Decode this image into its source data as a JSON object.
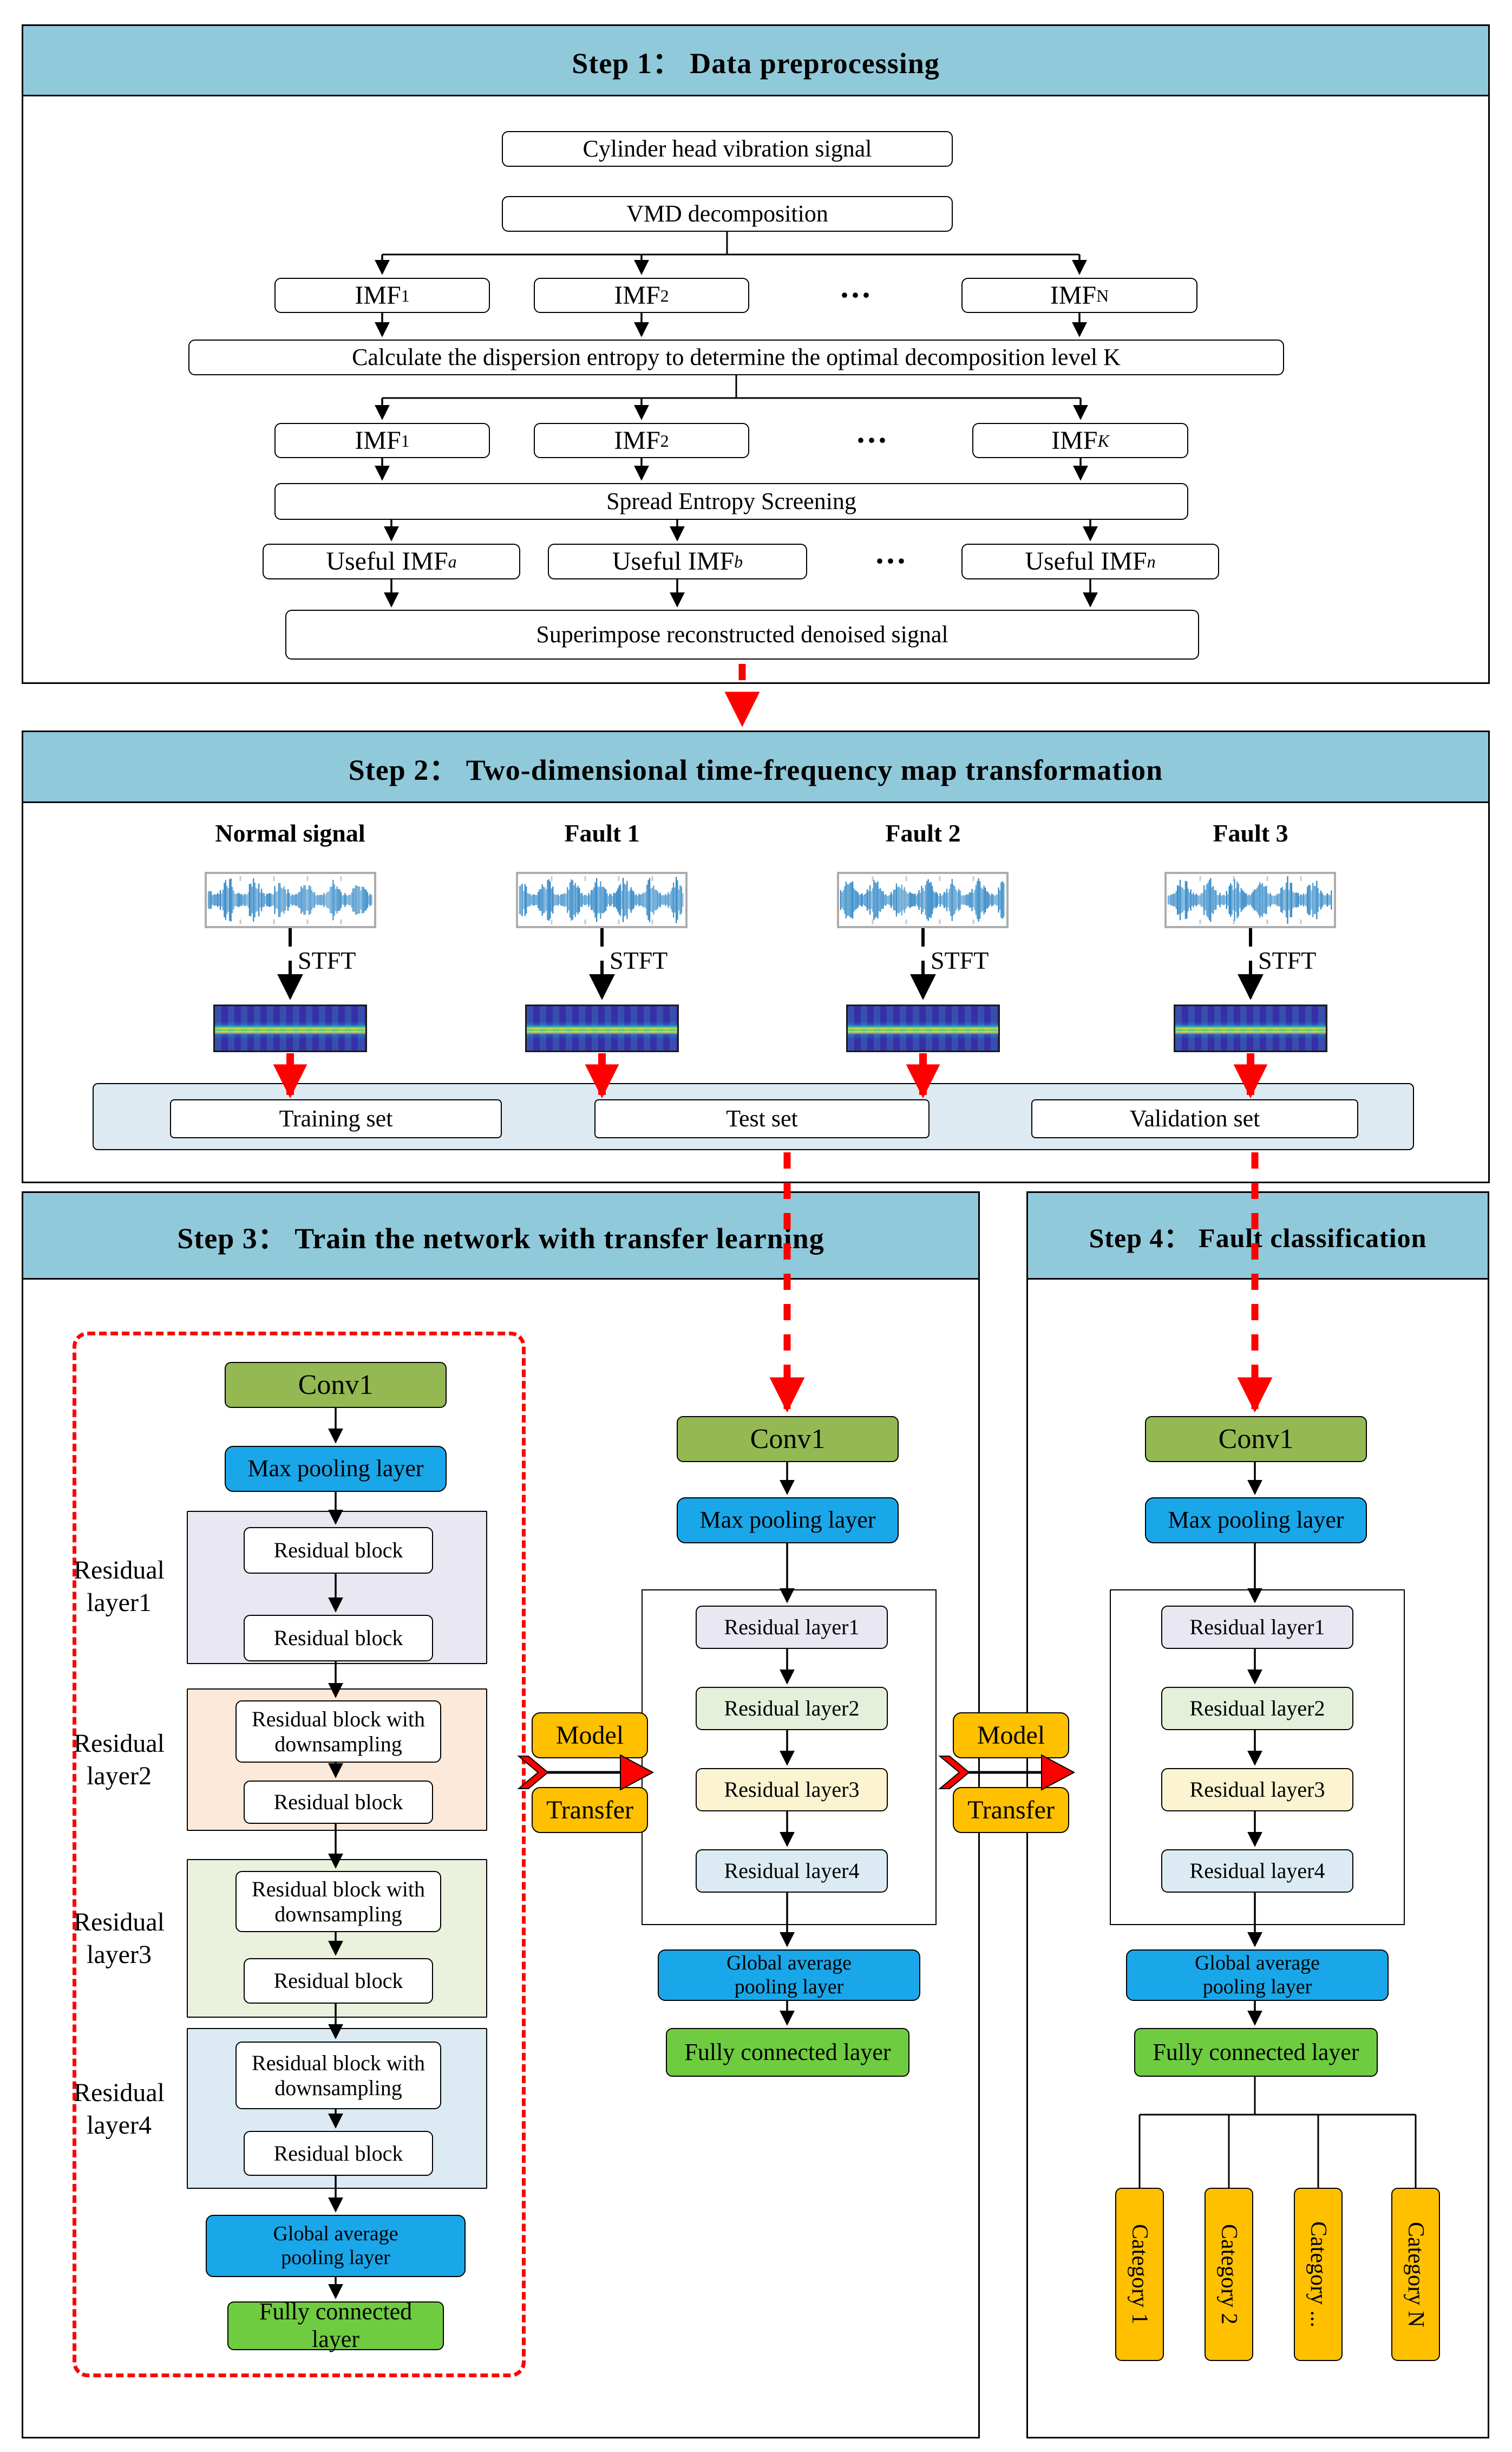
{
  "colors": {
    "header_band": "#90C9DA",
    "conv_green": "#94B953",
    "pooling_blue": "#19A7EA",
    "fully_connected_green": "#6FCC40",
    "transfer_gold": "#FFC000",
    "arrow_red": "#FF0000",
    "dataset_panel_blue": "#DDEAF1"
  },
  "step1": {
    "title": "Step 1：  Data preprocessing",
    "cylinder": "Cylinder head vibration signal",
    "vmd": "VMD decomposition",
    "dots": "···",
    "imf_row1": [
      {
        "base": "IMF",
        "sub": "1"
      },
      {
        "base": "IMF",
        "sub": "2"
      },
      {
        "base": "IMF",
        "sub": "N"
      }
    ],
    "calculate": "Calculate the dispersion entropy to determine the optimal decomposition level K",
    "imf_row2": [
      {
        "base": "IMF",
        "sub": "1"
      },
      {
        "base": "IMF",
        "sub": "2"
      },
      {
        "base": "IMF",
        "sub": "K"
      }
    ],
    "spread": "Spread Entropy Screening",
    "useful": [
      {
        "base": "Useful IMF",
        "sub": "a"
      },
      {
        "base": "Useful IMF",
        "sub": "b"
      },
      {
        "base": "Useful IMF",
        "sub": "n"
      }
    ],
    "superimpose": "Superimpose reconstructed denoised signal"
  },
  "step2": {
    "title": "Step 2：  Two-dimensional time-frequency map transformation",
    "signals": [
      "Normal signal",
      "Fault 1",
      "Fault 2",
      "Fault 3"
    ],
    "stft": "STFT",
    "sets": [
      "Training set",
      "Test set",
      "Validation set"
    ]
  },
  "step3": {
    "title": "Step 3：  Train the network with transfer learning",
    "conv1": "Conv1",
    "max_pool": "Max pooling layer",
    "residual_layers": [
      "Residual layer1",
      "Residual layer2",
      "Residual layer3",
      "Residual layer4"
    ],
    "residual_block": "Residual block",
    "residual_block_ds": "Residual block with downsampling",
    "gap_line1": "Global average",
    "gap_line2": "pooling layer",
    "fc": "Fully connected layer",
    "model": "Model",
    "transfer": "Transfer"
  },
  "step4": {
    "title": "Step 4：  Fault classification",
    "categories": [
      "Category 1",
      "Category 2",
      "Category ...",
      "Category N"
    ]
  }
}
